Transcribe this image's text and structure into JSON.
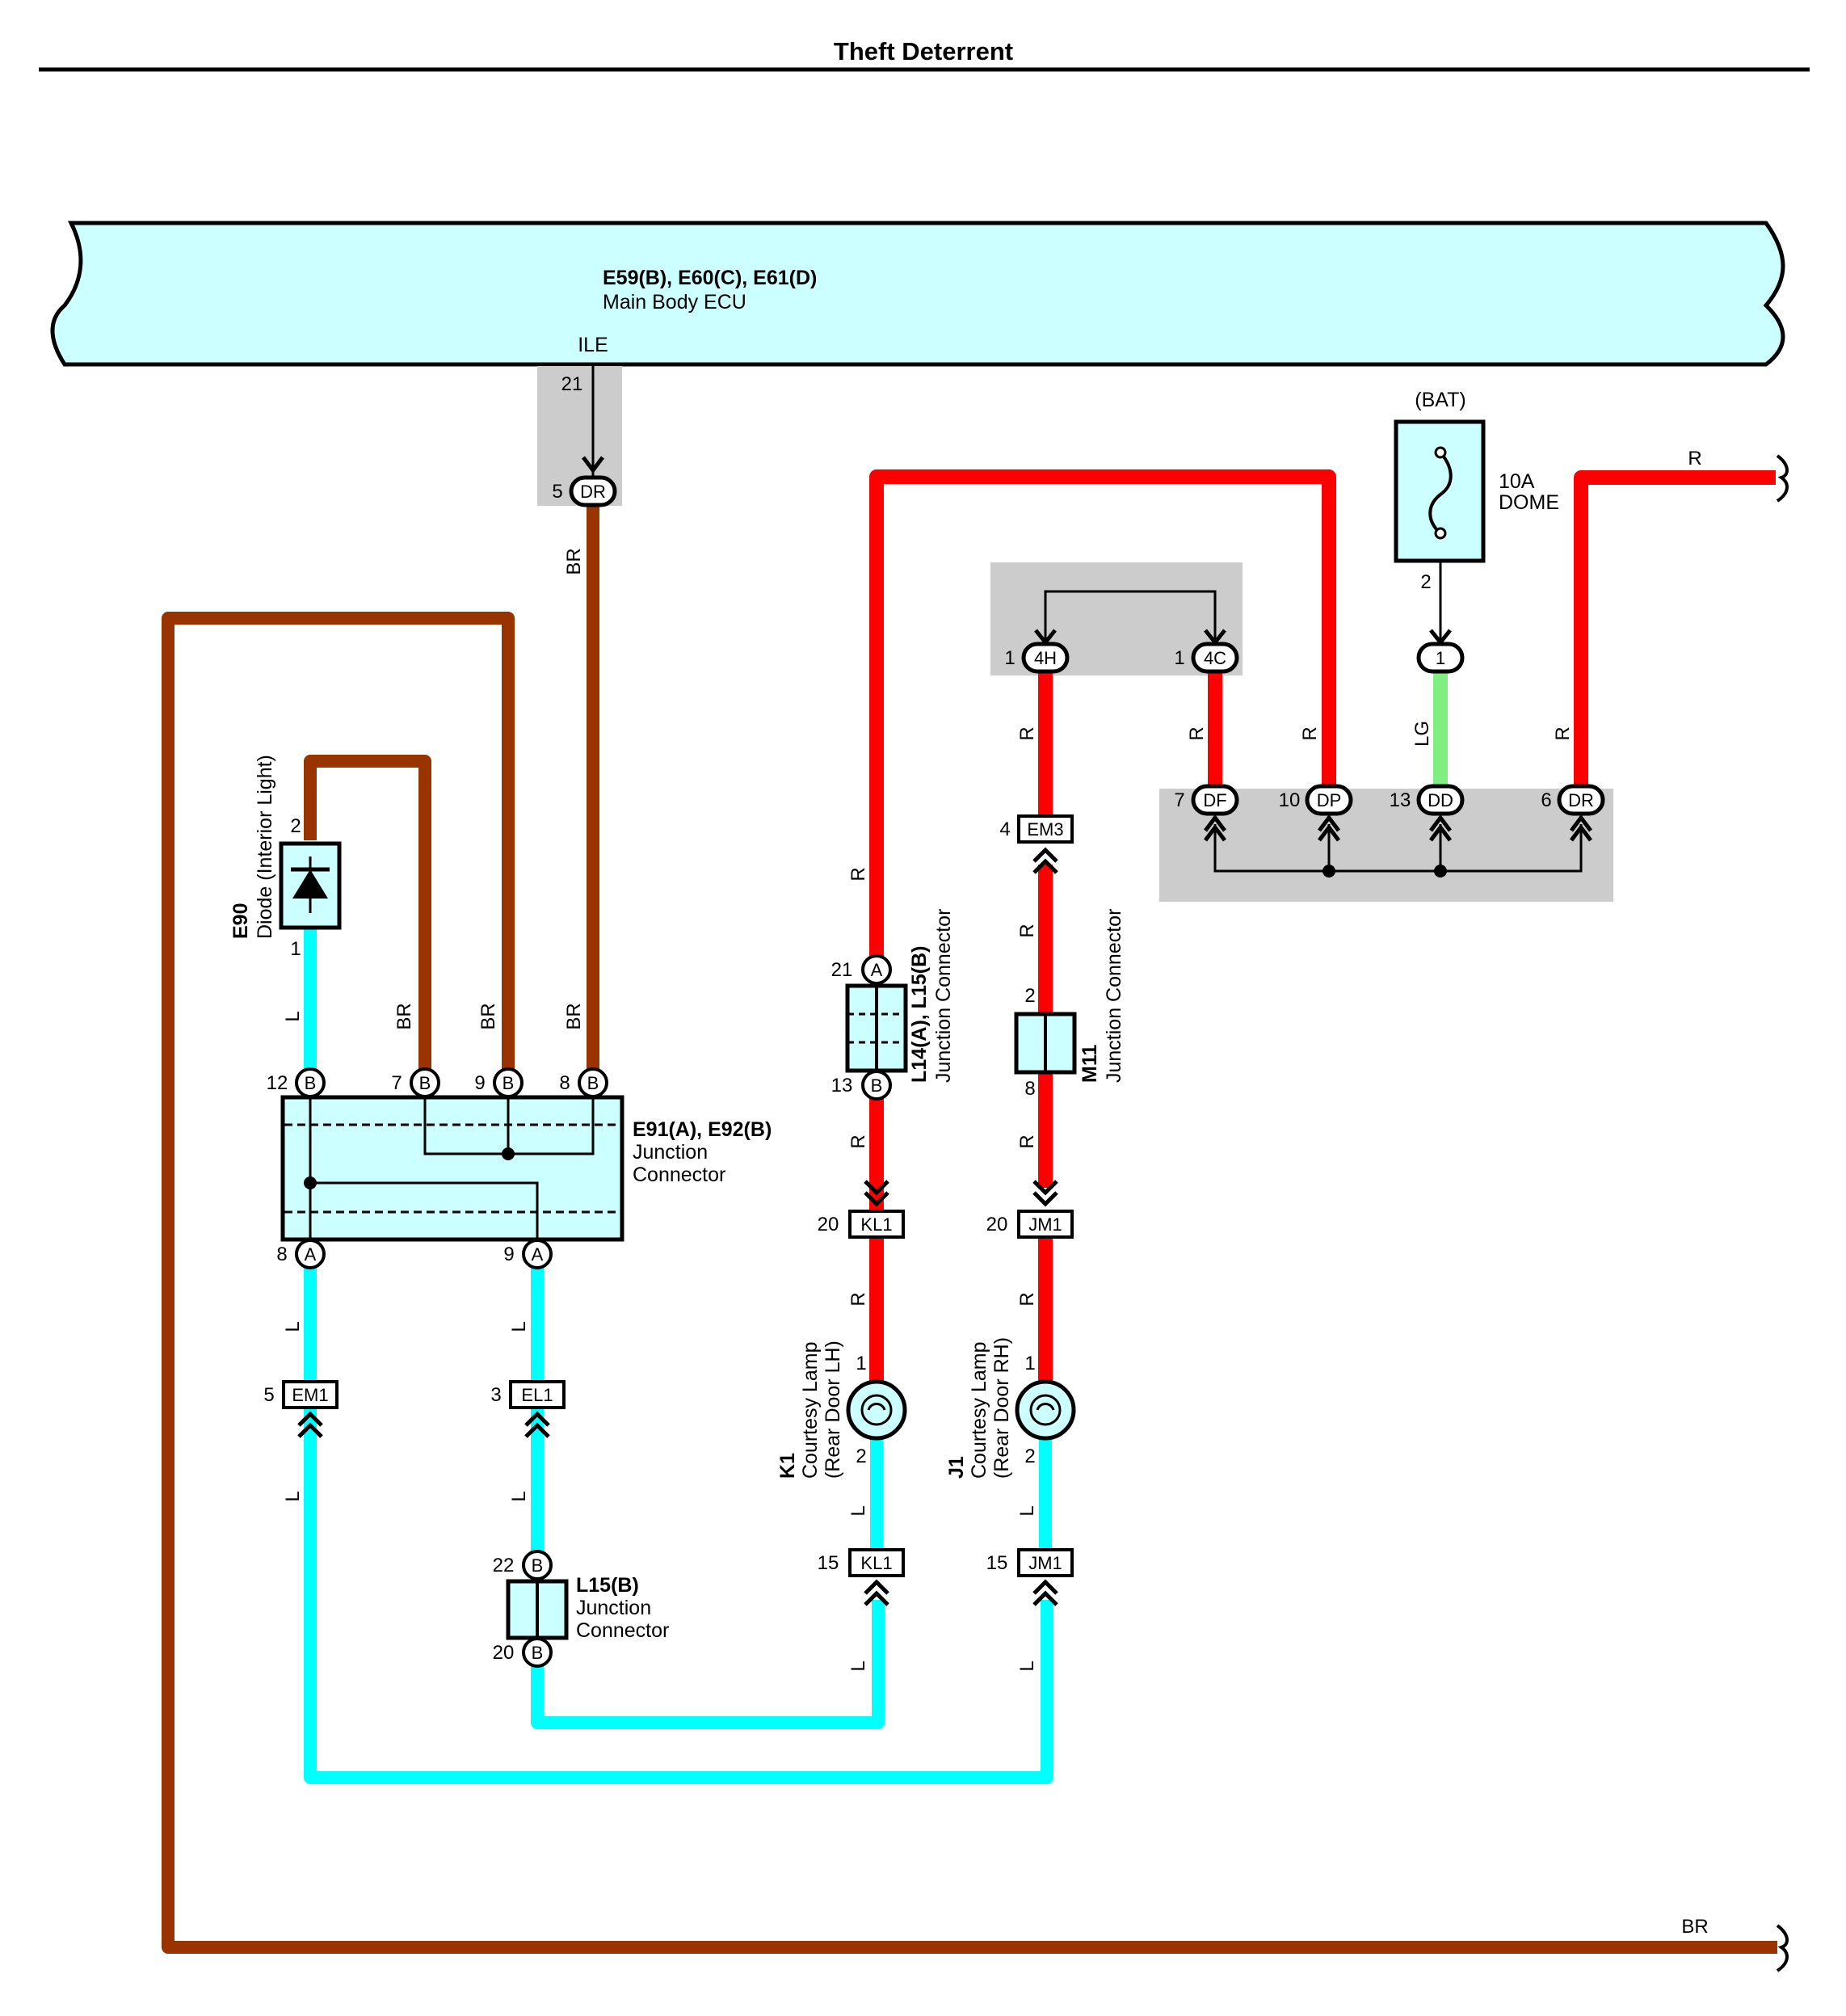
{
  "title": "Theft Deterrent",
  "ecu": {
    "name": "E59(B), E60(C), E61(D)",
    "desc": "Main Body ECU",
    "terminal": "ILE",
    "pin": "21"
  },
  "wire_colors": {
    "R": "#ff0000",
    "BR": "#993300",
    "L": "#00ffff",
    "LG": "#80ee80"
  },
  "connectors": {
    "dr_top": {
      "pin": "5",
      "label": "DR"
    },
    "h4": {
      "pin": "1",
      "label": "4H"
    },
    "c4": {
      "pin": "1",
      "label": "4C"
    },
    "bat_pin": {
      "label": "1"
    },
    "df": {
      "pin": "7",
      "label": "DF"
    },
    "dp": {
      "pin": "10",
      "label": "DP"
    },
    "dd": {
      "pin": "13",
      "label": "DD"
    },
    "dr_right": {
      "pin": "6",
      "label": "DR"
    },
    "em3": {
      "pin": "4",
      "label": "EM3"
    },
    "kl1_top": {
      "pin": "20",
      "label": "KL1"
    },
    "jm1_top": {
      "pin": "20",
      "label": "JM1"
    },
    "kl1_bot": {
      "pin": "15",
      "label": "KL1"
    },
    "jm1_bot": {
      "pin": "15",
      "label": "JM1"
    },
    "em1": {
      "pin": "5",
      "label": "EM1"
    },
    "el1": {
      "pin": "3",
      "label": "EL1"
    }
  },
  "fuse": {
    "source": "(BAT)",
    "rating": "10A",
    "name": "DOME",
    "pin": "2"
  },
  "components": {
    "diode": {
      "code": "E90",
      "desc": "Diode (Interior Light)",
      "pin_top": "2",
      "pin_bot": "1"
    },
    "jc_e91": {
      "code": "E91(A), E92(B)",
      "desc1": "Junction",
      "desc2": "Connector",
      "top_pins": [
        {
          "num": "12",
          "letter": "B"
        },
        {
          "num": "7",
          "letter": "B"
        },
        {
          "num": "9",
          "letter": "B"
        },
        {
          "num": "8",
          "letter": "B"
        }
      ],
      "bot_pins": [
        {
          "num": "8",
          "letter": "A"
        },
        {
          "num": "9",
          "letter": "A"
        }
      ]
    },
    "jc_l14": {
      "code": "L14(A), L15(B)",
      "desc": "Junction Connector",
      "pin_top_num": "21",
      "pin_top_letter": "A",
      "pin_bot_num": "13",
      "pin_bot_letter": "B"
    },
    "jc_m11": {
      "code": "M11",
      "desc": "Junction Connector",
      "pin_top": "2",
      "pin_bot": "8"
    },
    "jc_l15": {
      "code": "L15(B)",
      "desc1": "Junction",
      "desc2": "Connector",
      "pin_top_num": "22",
      "pin_top_letter": "B",
      "pin_bot_num": "20",
      "pin_bot_letter": "B"
    },
    "lamp_k1": {
      "code": "K1",
      "desc1": "Courtesy Lamp",
      "desc2": "(Rear Door LH)",
      "pin_top": "1",
      "pin_bot": "2"
    },
    "lamp_j1": {
      "code": "J1",
      "desc1": "Courtesy Lamp",
      "desc2": "(Rear Door RH)",
      "pin_top": "1",
      "pin_bot": "2"
    }
  },
  "wire_labels": {
    "R": "R",
    "BR": "BR",
    "L": "L",
    "LG": "LG"
  }
}
